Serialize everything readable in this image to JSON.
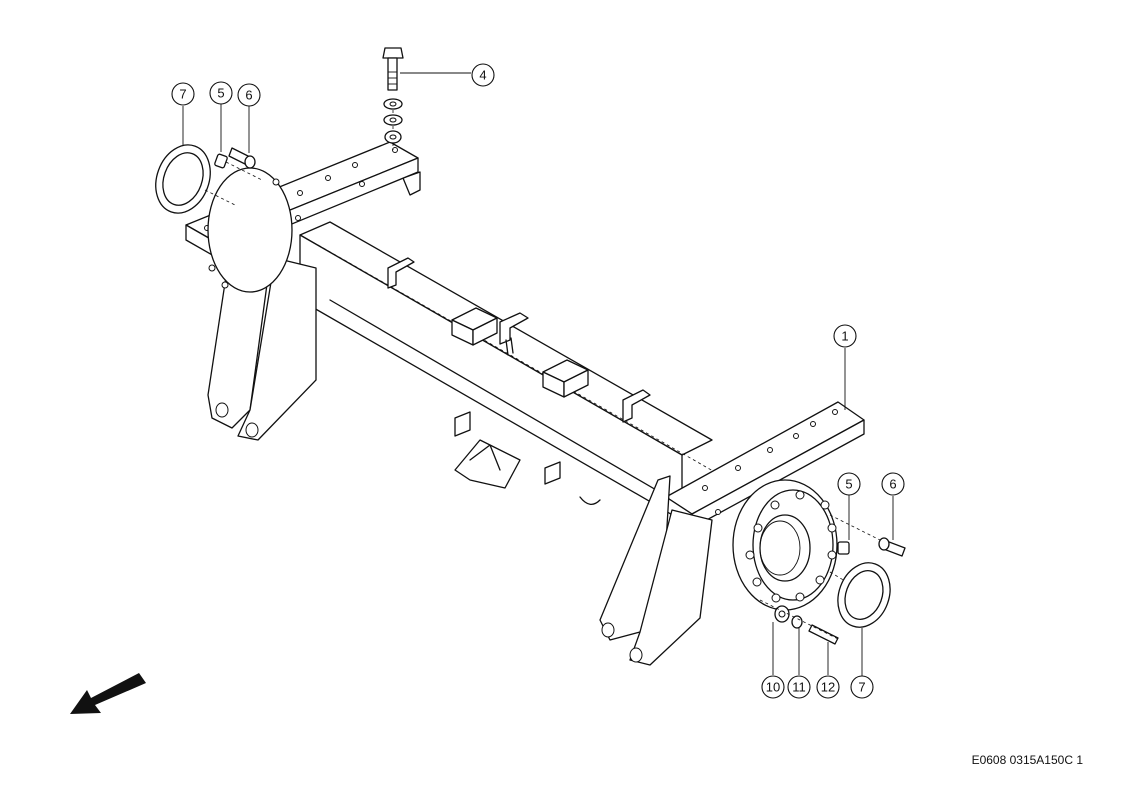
{
  "reference_code": "E0608 0315A150C 1",
  "callouts": [
    {
      "id": "c1",
      "label": "1"
    },
    {
      "id": "c4",
      "label": "4"
    },
    {
      "id": "c5a",
      "label": "5"
    },
    {
      "id": "c6a",
      "label": "6"
    },
    {
      "id": "c7a",
      "label": "7"
    },
    {
      "id": "c5b",
      "label": "5"
    },
    {
      "id": "c6b",
      "label": "6"
    },
    {
      "id": "c7b",
      "label": "7"
    },
    {
      "id": "c10",
      "label": "10"
    },
    {
      "id": "c11",
      "label": "11"
    },
    {
      "id": "c12",
      "label": "12"
    }
  ]
}
